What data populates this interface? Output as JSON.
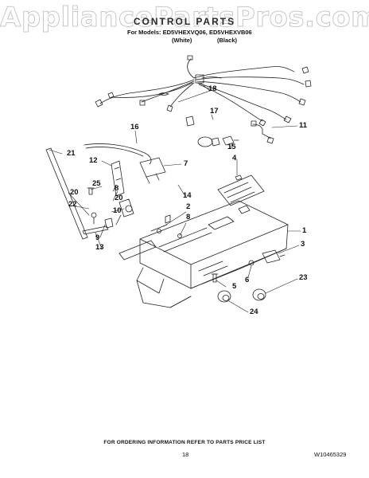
{
  "watermark": "AppliancePartsPros.com",
  "header": {
    "title": "CONTROL PARTS",
    "models": "For Models: ED5VHEXVQ06, ED5VHEXVB06",
    "variant_white": "(White)",
    "variant_black": "(Black)"
  },
  "callouts": {
    "c1": "1",
    "c2": "2",
    "c3": "3",
    "c4": "4",
    "c5": "5",
    "c6": "6",
    "c7": "7",
    "c8a": "8",
    "c8b": "8",
    "c9": "9",
    "c10": "10",
    "c11": "11",
    "c12": "12",
    "c13": "13",
    "c14": "14",
    "c15": "15",
    "c16": "16",
    "c17": "17",
    "c18": "18",
    "c20a": "20",
    "c20b": "20",
    "c21": "21",
    "c22": "22",
    "c23": "23",
    "c24": "24",
    "c25": "25"
  },
  "footer": {
    "note": "FOR ORDERING INFORMATION REFER TO PARTS PRICE LIST",
    "page": "18",
    "doc_number": "W10465329"
  }
}
